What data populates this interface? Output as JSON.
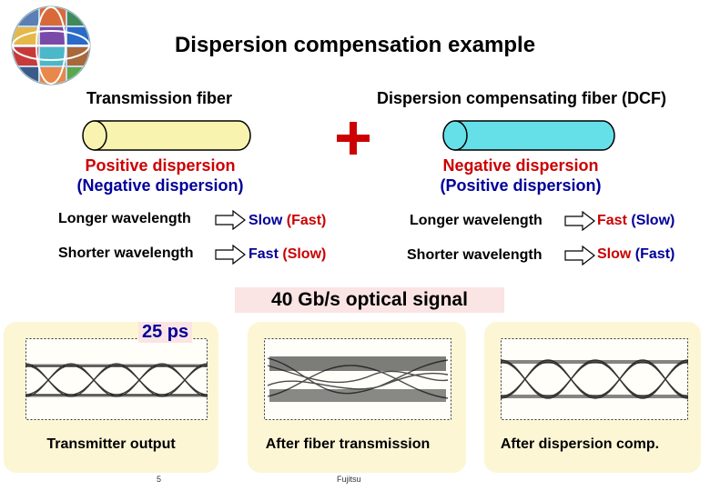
{
  "title": "Dispersion compensation example",
  "left_fiber": {
    "name": "Transmission fiber",
    "dispersion_line1": "Positive dispersion",
    "dispersion_line2": "(Negative dispersion)",
    "color": "#f8f4b0"
  },
  "right_fiber": {
    "name": "Dispersion compensating fiber (DCF)",
    "dispersion_line1": "Negative dispersion",
    "dispersion_line2": "(Positive dispersion)",
    "color": "#66e0e8"
  },
  "left_rows": [
    {
      "wavelength": "Longer wavelength",
      "speed": "Slow",
      "alt": "(Fast)"
    },
    {
      "wavelength": "Shorter wavelength",
      "speed": "Fast",
      "alt": "(Slow)"
    }
  ],
  "right_rows": [
    {
      "wavelength": "Longer wavelength",
      "speed": "Fast",
      "alt": "(Slow)"
    },
    {
      "wavelength": "Shorter wavelength",
      "speed": "Slow",
      "alt": "(Fast)"
    }
  ],
  "signal_label": "40 Gb/s optical signal",
  "time_marker": "25 ps",
  "captions": [
    "Transmitter output",
    "After fiber transmission",
    "After dispersion comp."
  ],
  "footer": {
    "page": "5",
    "company": "Fujitsu"
  }
}
